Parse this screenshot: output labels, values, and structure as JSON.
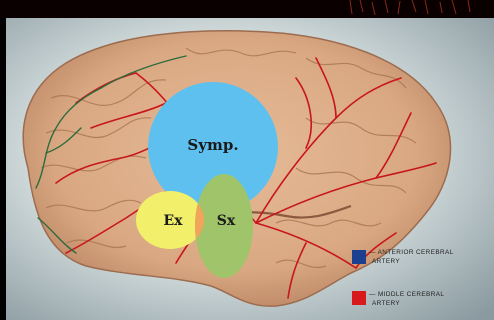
{
  "labels": {
    "symp": "Symp.",
    "ex": "Ex",
    "sx": "Sx"
  },
  "legend": [
    {
      "line1": "— ANTERIOR CEREBRAL",
      "line2": "ARTERY",
      "color": "#1c3f8f"
    },
    {
      "line1": "— MIDDLE CEREBRAL",
      "line2": "ARTERY",
      "color": "#d7191b"
    }
  ],
  "colors": {
    "symp_region": "#5ec0ee",
    "ex_region": "#f2ef6a",
    "sx_region": "#9fc46a",
    "overlap_region": "#f2a45a",
    "brain": "#d9a882",
    "middle_artery": "#c8161b",
    "anterior_artery": "#2e6b3d",
    "background": "#b7c3c6"
  }
}
